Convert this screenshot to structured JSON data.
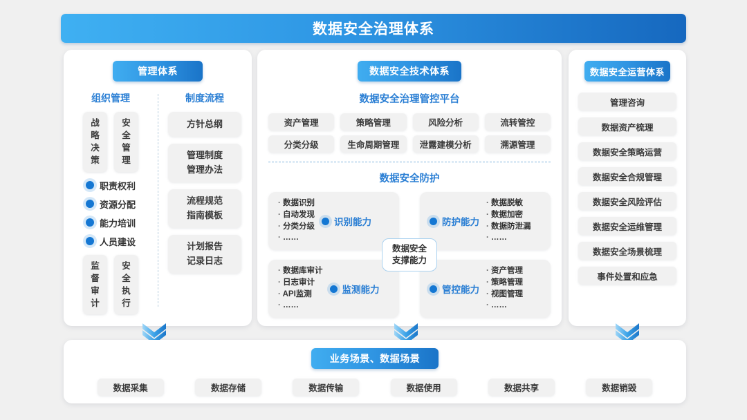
{
  "title": "数据安全治理体系",
  "colors": {
    "brand_light": "#40adf0",
    "brand_dark": "#1a74c8",
    "accent_text": "#2b7fd4",
    "panel_bg": "#ffffff",
    "tag_bg": "#f1f1f1",
    "page_bg": "#f0f0f0"
  },
  "left_panel": {
    "badge": "管理体系",
    "columns": [
      {
        "title": "组织管理",
        "top_boxes": [
          "战略决策",
          "安全管理"
        ],
        "bullets": [
          "职责权利",
          "资源分配",
          "能力培训",
          "人员建设"
        ],
        "bottom_boxes": [
          "监督审计",
          "安全执行"
        ]
      },
      {
        "title": "制度流程",
        "boxes": [
          {
            "lines": [
              "方针总纲"
            ]
          },
          {
            "lines": [
              "管理制度",
              "管理办法"
            ]
          },
          {
            "lines": [
              "流程规范",
              "指南模板"
            ]
          },
          {
            "lines": [
              "计划报告",
              "记录日志"
            ]
          }
        ]
      }
    ]
  },
  "center_panel": {
    "badge": "数据安全技术体系",
    "platform_title": "数据安全治理管控平台",
    "platform_tags": [
      "资产管理",
      "策略管理",
      "风险分析",
      "流转管控",
      "分类分级",
      "生命周期管理",
      "泄露建模分析",
      "溯源管理"
    ],
    "protection_title": "数据安全防护",
    "center_capability": [
      "数据安全",
      "支撑能力"
    ],
    "quadrants": [
      {
        "capability": "识别能力",
        "align": "left",
        "items": [
          "数据识别",
          "自动发现",
          "分类分级",
          "……"
        ]
      },
      {
        "capability": "防护能力",
        "align": "right",
        "items": [
          "数据脱敏",
          "数据加密",
          "数据防泄漏",
          "……"
        ]
      },
      {
        "capability": "监测能力",
        "align": "left",
        "items": [
          "数据库审计",
          "日志审计",
          "API监测",
          "……"
        ]
      },
      {
        "capability": "管控能力",
        "align": "right",
        "items": [
          "资产管理",
          "策略管理",
          "视图管理",
          "……"
        ]
      }
    ]
  },
  "right_panel": {
    "badge": "数据安全运营体系",
    "items": [
      "管理咨询",
      "数据资产梳理",
      "数据安全策略运营",
      "数据安全合规管理",
      "数据安全风险评估",
      "数据安全运维管理",
      "数据安全场景梳理",
      "事件处置和应急"
    ]
  },
  "bottom_panel": {
    "badge": "业务场景、数据场景",
    "tags": [
      "数据采集",
      "数据存储",
      "数据传输",
      "数据使用",
      "数据共享",
      "数据销毁"
    ]
  },
  "arrows": [
    "double-chevron-down-icon",
    "double-chevron-down-icon",
    "double-chevron-down-icon"
  ]
}
